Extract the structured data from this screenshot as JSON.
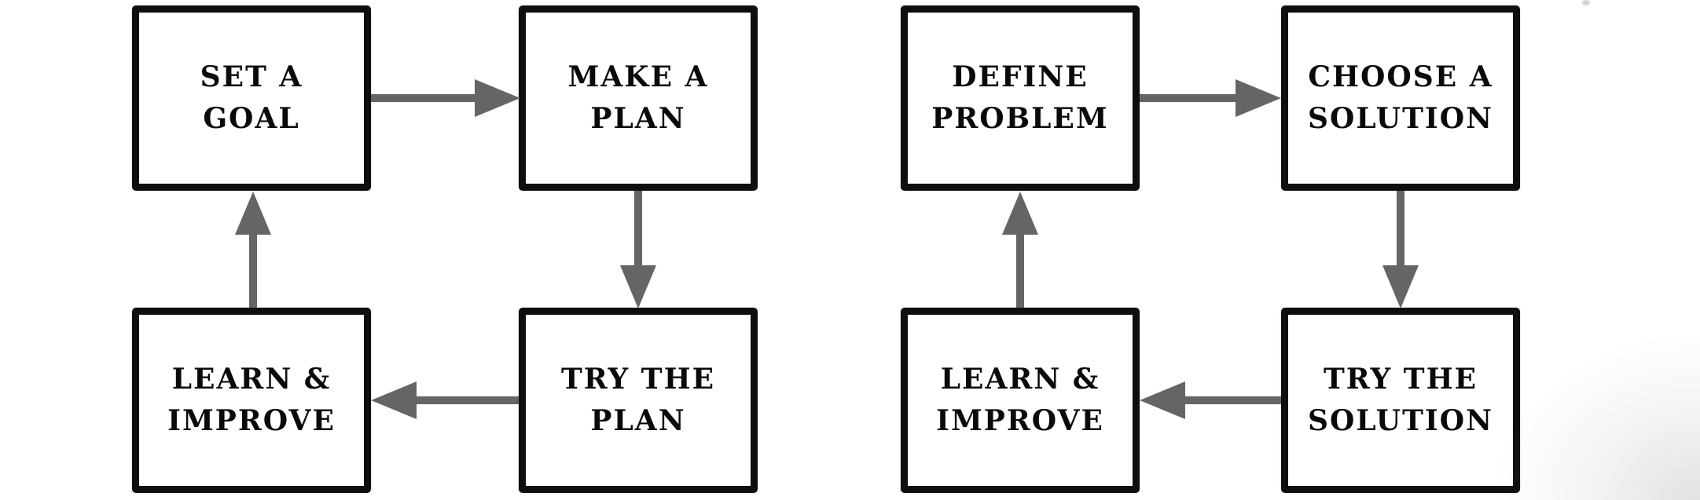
{
  "colors": {
    "background": "#ffffff",
    "box_border": "#0e0e0e",
    "box_fill": "#ffffff",
    "label_text": "#0a0a0a",
    "arrow": "#656565"
  },
  "diagrams": [
    {
      "id": "goal-plan-cycle",
      "nodes": [
        {
          "id": "set-a-goal",
          "line1": "SET A",
          "line2": "GOAL"
        },
        {
          "id": "make-a-plan",
          "line1": "MAKE A",
          "line2": "PLAN"
        },
        {
          "id": "try-the-plan",
          "line1": "TRY THE",
          "line2": "PLAN"
        },
        {
          "id": "learn-improve",
          "line1": "LEARN &",
          "line2": "IMPROVE"
        }
      ],
      "edges": [
        {
          "from": "set-a-goal",
          "to": "make-a-plan",
          "direction": "right"
        },
        {
          "from": "make-a-plan",
          "to": "try-the-plan",
          "direction": "down"
        },
        {
          "from": "try-the-plan",
          "to": "learn-improve",
          "direction": "left"
        },
        {
          "from": "learn-improve",
          "to": "set-a-goal",
          "direction": "up"
        }
      ]
    },
    {
      "id": "problem-solution-cycle",
      "nodes": [
        {
          "id": "define-problem",
          "line1": "DEFINE",
          "line2": "PROBLEM"
        },
        {
          "id": "choose-a-solution",
          "line1": "CHOOSE A",
          "line2": "SOLUTION"
        },
        {
          "id": "try-the-solution",
          "line1": "TRY THE",
          "line2": "SOLUTION"
        },
        {
          "id": "learn-improve",
          "line1": "LEARN &",
          "line2": "IMPROVE"
        }
      ],
      "edges": [
        {
          "from": "define-problem",
          "to": "choose-a-solution",
          "direction": "right"
        },
        {
          "from": "choose-a-solution",
          "to": "try-the-solution",
          "direction": "down"
        },
        {
          "from": "try-the-solution",
          "to": "learn-improve",
          "direction": "left"
        },
        {
          "from": "learn-improve",
          "to": "define-problem",
          "direction": "up"
        }
      ]
    }
  ]
}
